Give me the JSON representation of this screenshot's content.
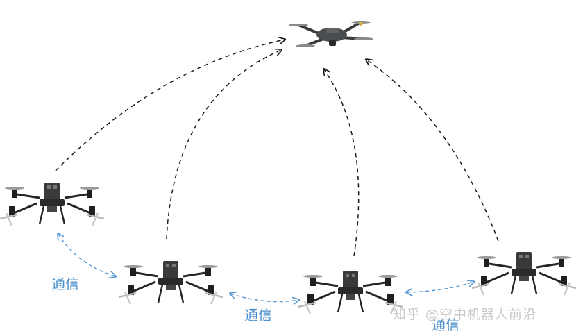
{
  "labels": {
    "comm_1": "通信",
    "comm_2": "通信",
    "comm_3": "通信"
  },
  "watermark": "知乎 @空中机器人前沿",
  "colors": {
    "comm_link": "#5b9bd5",
    "uplink": "#1a1a1a",
    "drone_body": "#2b2b2b"
  }
}
